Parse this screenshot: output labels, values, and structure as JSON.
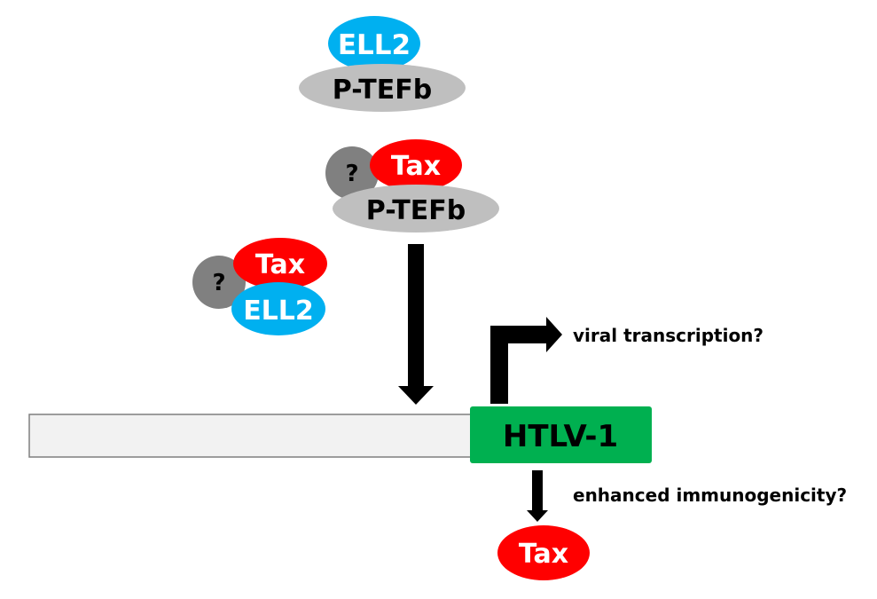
{
  "colors": {
    "ell2": "#00B0F0",
    "ptefb": "#BFBFBF",
    "tax": "#FF0000",
    "unknown": "#808080",
    "htlv": "#00B050",
    "genome_bar": "#F2F2F2",
    "genome_bar_border": "#7F7F7F",
    "arrow": "#000000"
  },
  "complex_top": {
    "ell2_label": "ELL2",
    "ptefb_label": "P-TEFb"
  },
  "complex_middle": {
    "unknown_label": "?",
    "tax_label": "Tax",
    "ptefb_label": "P-TEFb"
  },
  "complex_left": {
    "unknown_label": "?",
    "tax_label": "Tax",
    "ell2_label": "ELL2"
  },
  "provirus": {
    "label": "HTLV-1"
  },
  "outcomes": {
    "transcription_label": "viral transcription?",
    "immunogenicity_label": "enhanced immunogenicity?",
    "product_label": "Tax"
  }
}
